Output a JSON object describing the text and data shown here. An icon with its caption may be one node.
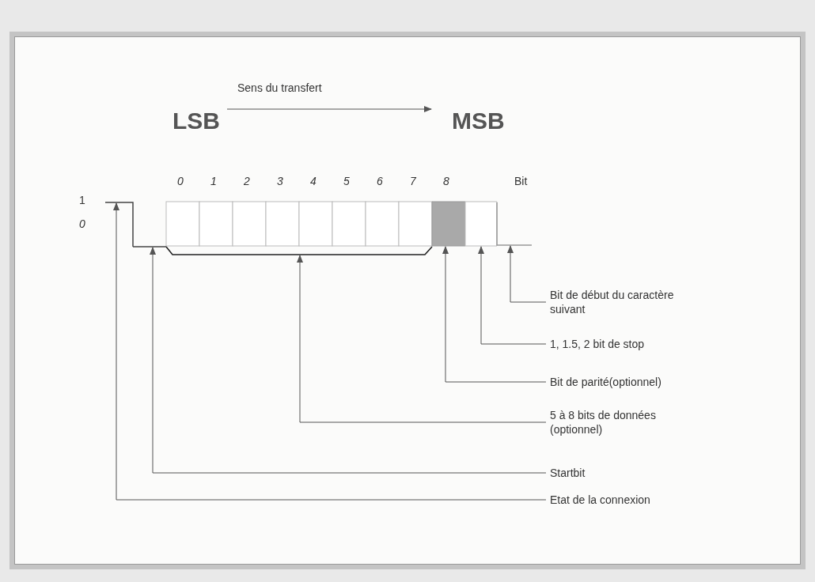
{
  "diagram": {
    "nodes": [
      {
        "text": [],
        "shape": "bar"
      },
      {
        "text": [],
        "shape": "bar"
      },
      {
        "text": [],
        "shape": "bar"
      },
      {
        "text": [],
        "shape": "box"
      },
      {
        "text": [],
        "shape": "box"
      },
      {
        "text": [],
        "shape": "bar"
      },
      {
        "text": [
          "Bit de début du caractère suivant"
        ]
      },
      {
        "text": [
          "1, 1.5, 2 bit de stop"
        ]
      },
      {
        "text": [
          "Bit de parité(optionnel)"
        ]
      },
      {
        "text": [
          "5 à 8 bits de données (optionnel)"
        ]
      },
      {
        "text": [
          "Startbit"
        ]
      },
      {
        "text": [
          "Etat de la connexion"
        ]
      }
    ],
    "edges": [
      {
        "from": 6,
        "to": 5,
        "arrow": "to"
      },
      {
        "from": 7,
        "to": 4,
        "arrow": "to"
      },
      {
        "from": 8,
        "to": 3,
        "arrow": "to"
      },
      {
        "from": 9,
        "to": 2,
        "arrow": "to"
      },
      {
        "from": 10,
        "to": 1,
        "arrow": "to"
      },
      {
        "from": 11,
        "to": 0,
        "arrow": "to"
      }
    ],
    "labels": [
      "Sens du transfert",
      "LSB",
      "MSB",
      "0",
      "1",
      "2",
      "3",
      "4",
      "5",
      "6",
      "7",
      "8",
      "Bit",
      "1",
      "0"
    ]
  }
}
